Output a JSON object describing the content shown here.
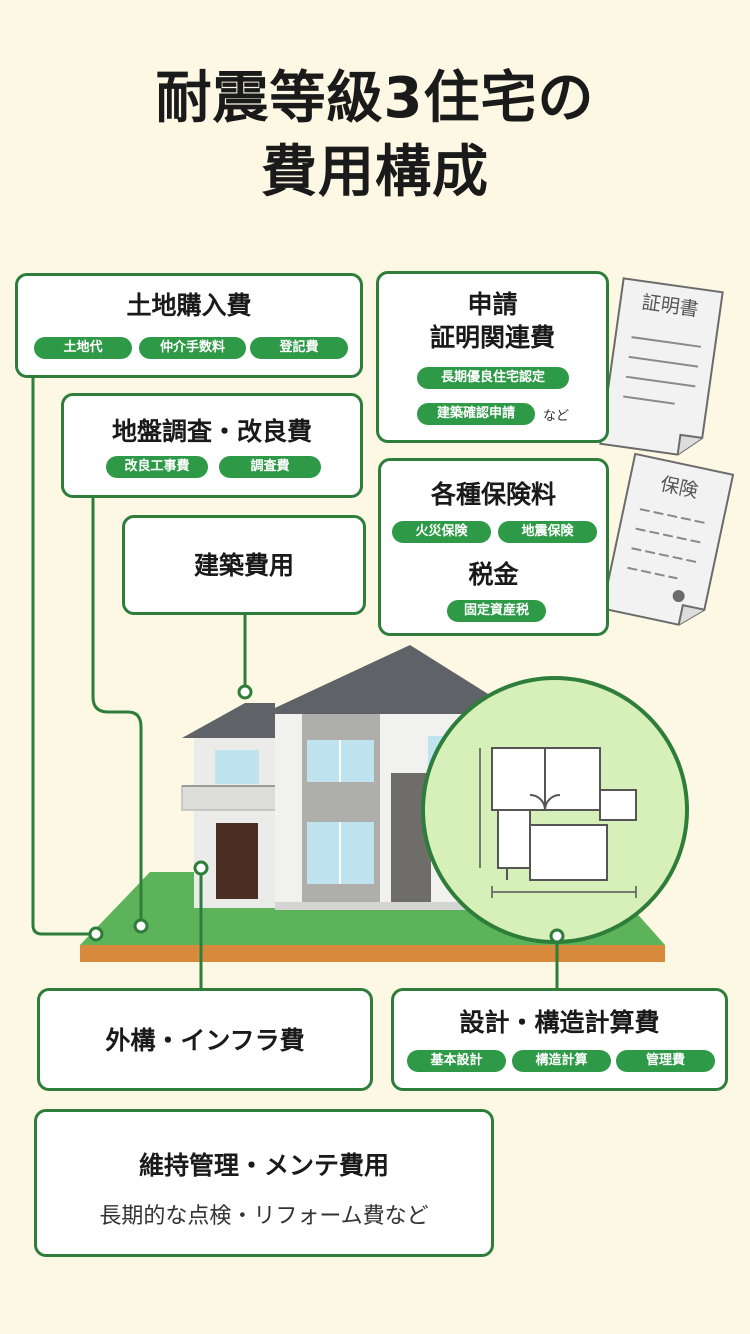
{
  "title": {
    "line1": "耐震等級3住宅の",
    "line2": "費用構成"
  },
  "boxes": {
    "land": {
      "title": "土地購入費",
      "tags": [
        "土地代",
        "仲介手数料",
        "登記費"
      ]
    },
    "ground": {
      "title": "地盤調査・改良費",
      "tags": [
        "改良工事費",
        "調査費"
      ]
    },
    "construction": {
      "title": "建築費用"
    },
    "application": {
      "title_line1": "申請",
      "title_line2": "証明関連費",
      "tags": [
        "長期優良住宅認定",
        "建築確認申請"
      ],
      "note": "など"
    },
    "insurance": {
      "title": "各種保険料",
      "tags": [
        "火災保険",
        "地震保険"
      ],
      "tax_title": "税金",
      "tax_tags": [
        "固定資産税"
      ]
    },
    "exterior": {
      "title": "外構・インフラ費"
    },
    "design": {
      "title": "設計・構造計算費",
      "tags": [
        "基本設計",
        "構造計算",
        "管理費"
      ]
    },
    "maintenance": {
      "title": "維持管理・メンテ費用",
      "subtitle": "長期的な点検・リフォーム費など"
    }
  },
  "documents": {
    "certificate": "証明書",
    "insurance": "保険"
  },
  "colors": {
    "background": "#fdf8e4",
    "accent_green": "#2e7d3a",
    "pill_green": "#2e9a47",
    "lawn": "#5db35a",
    "soil": "#d88a3c",
    "roof": "#5f6266",
    "circle_fill": "#d7efb8"
  }
}
